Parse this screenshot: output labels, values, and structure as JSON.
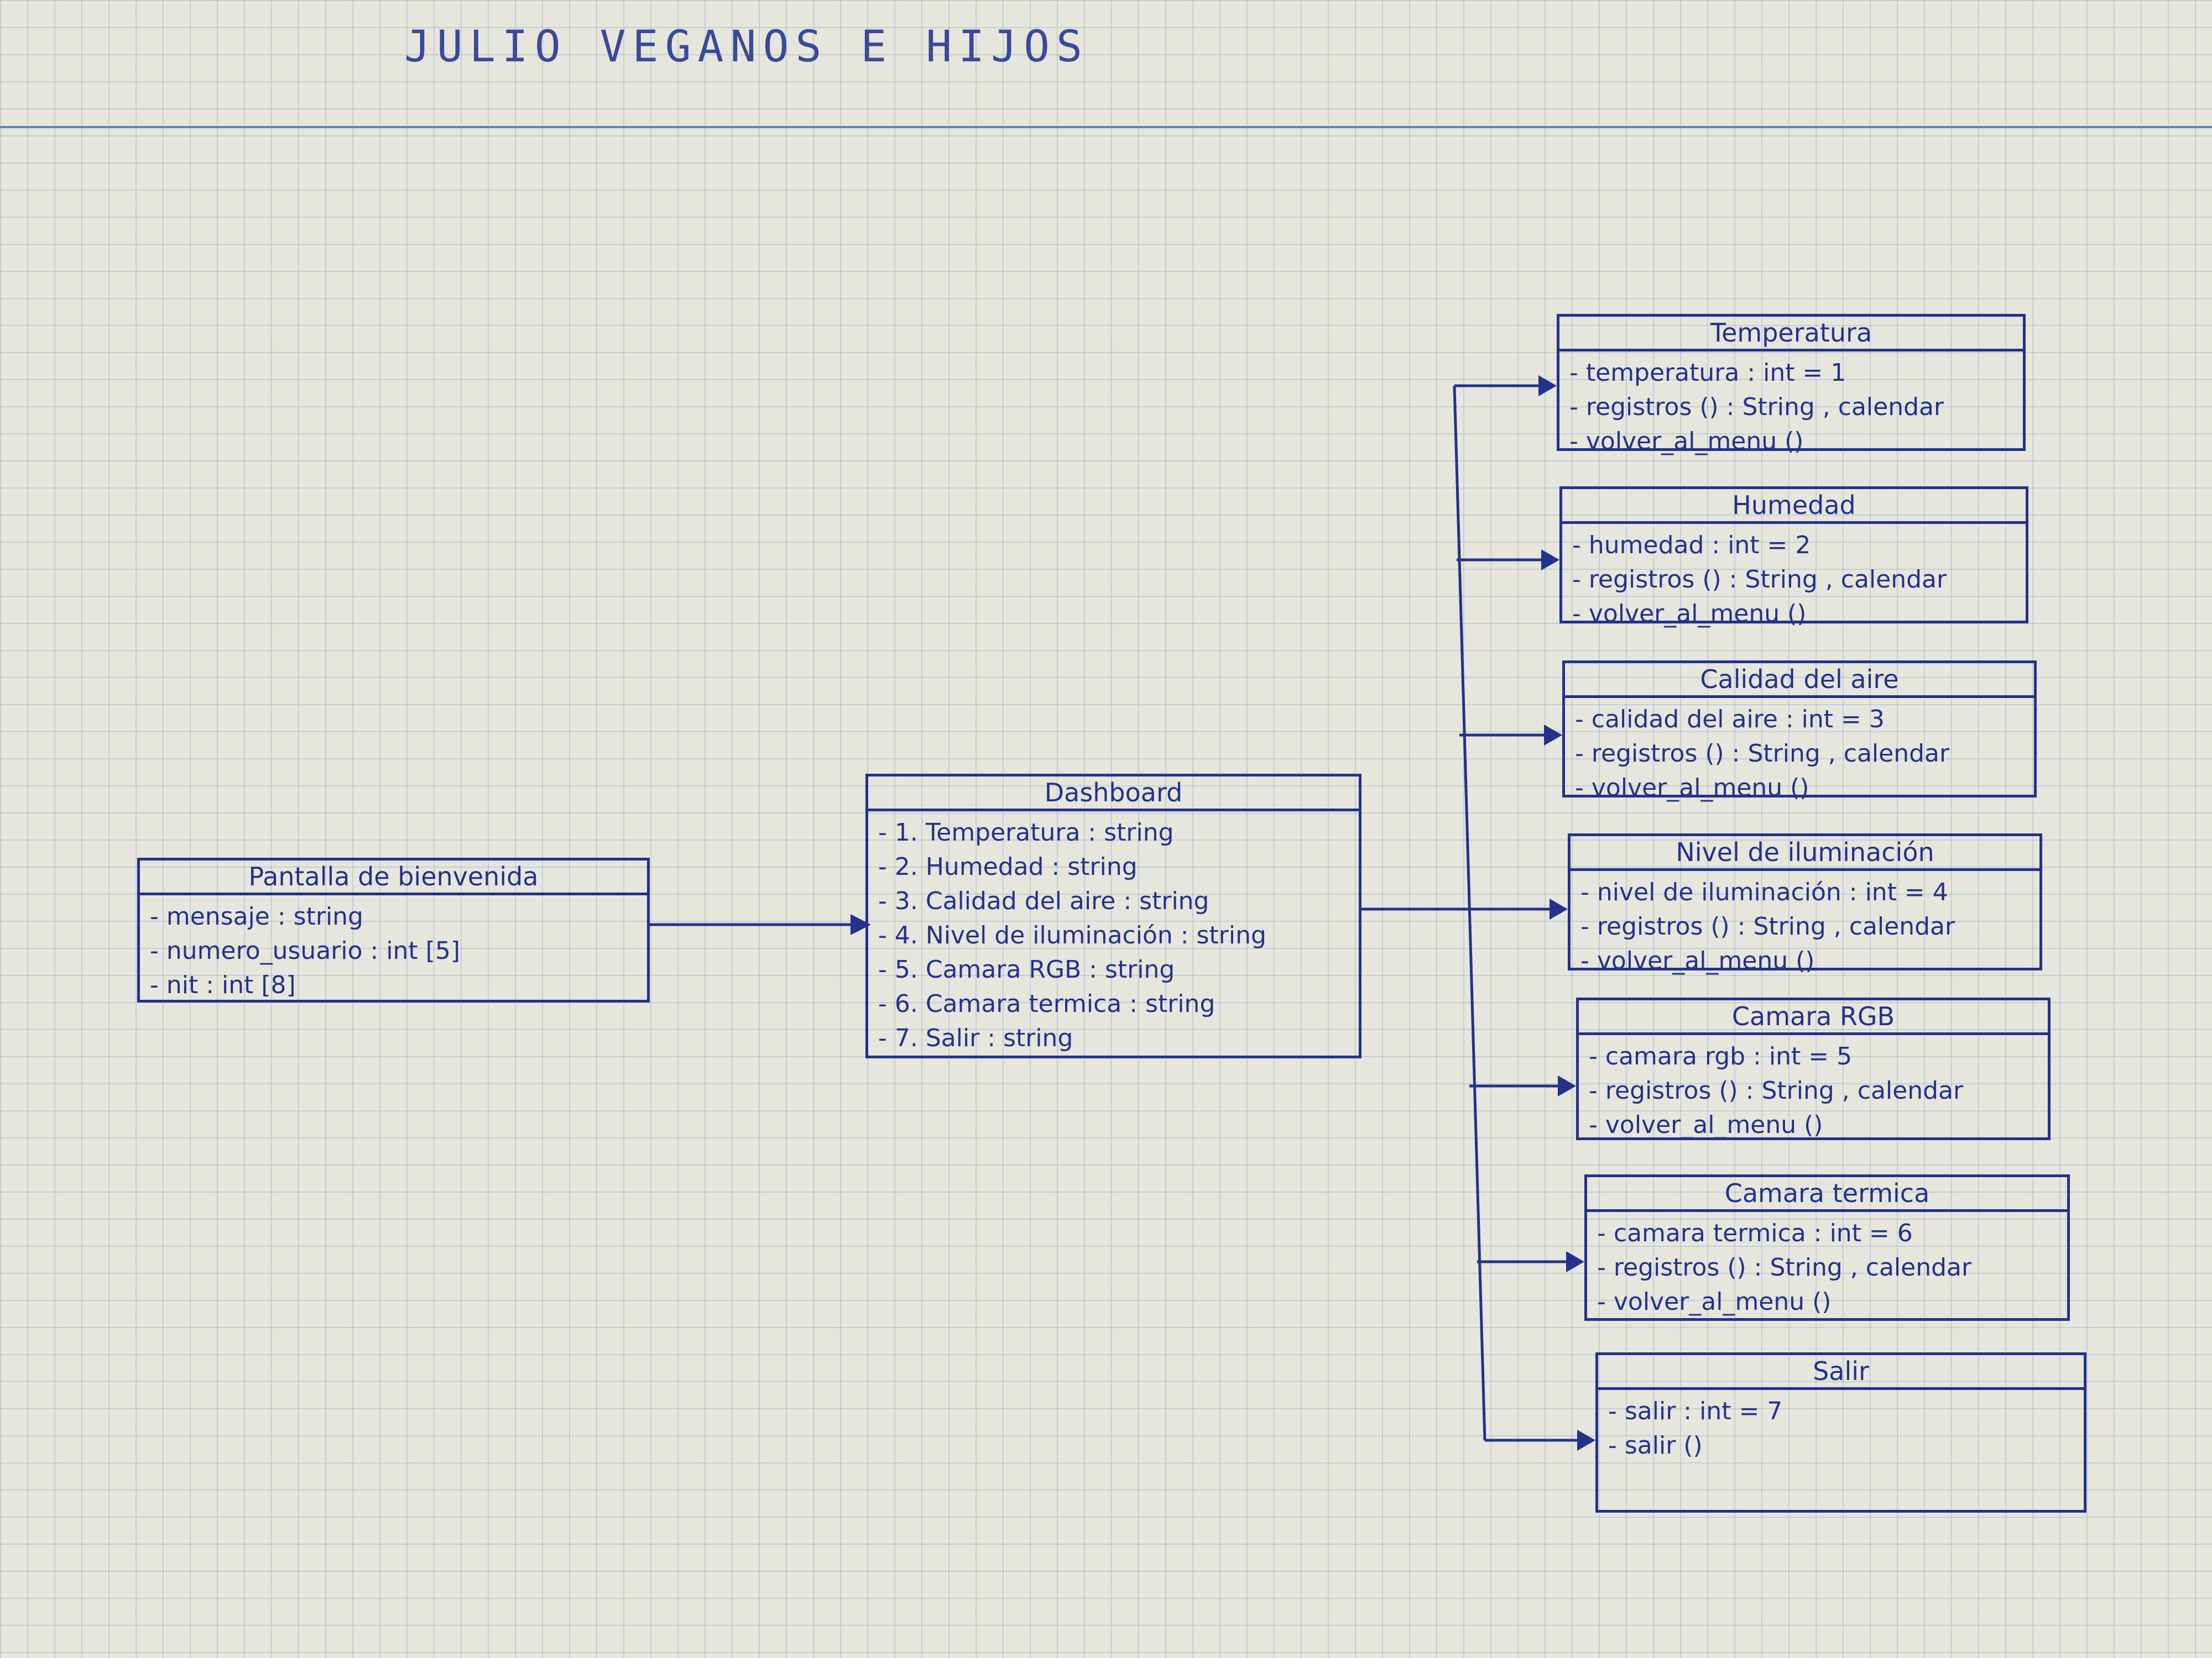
{
  "title": "JULIO VEGANOS E HIJOS",
  "colors": {
    "ink": "#23328a",
    "paper": "#e7e6dd",
    "grid": "#78a0be"
  },
  "classes": {
    "bienvenida": {
      "name": "Pantalla de bienvenida",
      "attributes": [
        "mensaje : string",
        "numero_usuario : int [5]",
        "nit : int [8]"
      ]
    },
    "dashboard": {
      "name": "Dashboard",
      "attributes": [
        "1. Temperatura : string",
        "2. Humedad : string",
        "3. Calidad del aire : string",
        "4. Nivel de iluminación : string",
        "5. Camara RGB : string",
        "6. Camara termica : string",
        "7. Salir : string"
      ]
    },
    "temperatura": {
      "name": "Temperatura",
      "attributes": [
        "temperatura : int = 1",
        "registros () : String , calendar",
        "volver_al_menu ()"
      ]
    },
    "humedad": {
      "name": "Humedad",
      "attributes": [
        "humedad : int = 2",
        "registros () : String , calendar",
        "volver_al_menu ()"
      ]
    },
    "calidad": {
      "name": "Calidad del aire",
      "attributes": [
        "calidad del aire : int = 3",
        "registros () : String , calendar",
        "volver_al_menu ()"
      ]
    },
    "iluminacion": {
      "name": "Nivel de iluminación",
      "attributes": [
        "nivel de iluminación : int = 4",
        "registros () : String , calendar",
        "volver_al_menu ()"
      ]
    },
    "rgb": {
      "name": "Camara RGB",
      "attributes": [
        "camara rgb : int = 5",
        "registros () : String , calendar",
        "volver_al_menu ()"
      ]
    },
    "termica": {
      "name": "Camara termica",
      "attributes": [
        "camara termica : int = 6",
        "registros () : String , calendar",
        "volver_al_menu ()"
      ]
    },
    "salir": {
      "name": "Salir",
      "attributes": [
        "salir : int = 7",
        "salir ()"
      ]
    }
  }
}
